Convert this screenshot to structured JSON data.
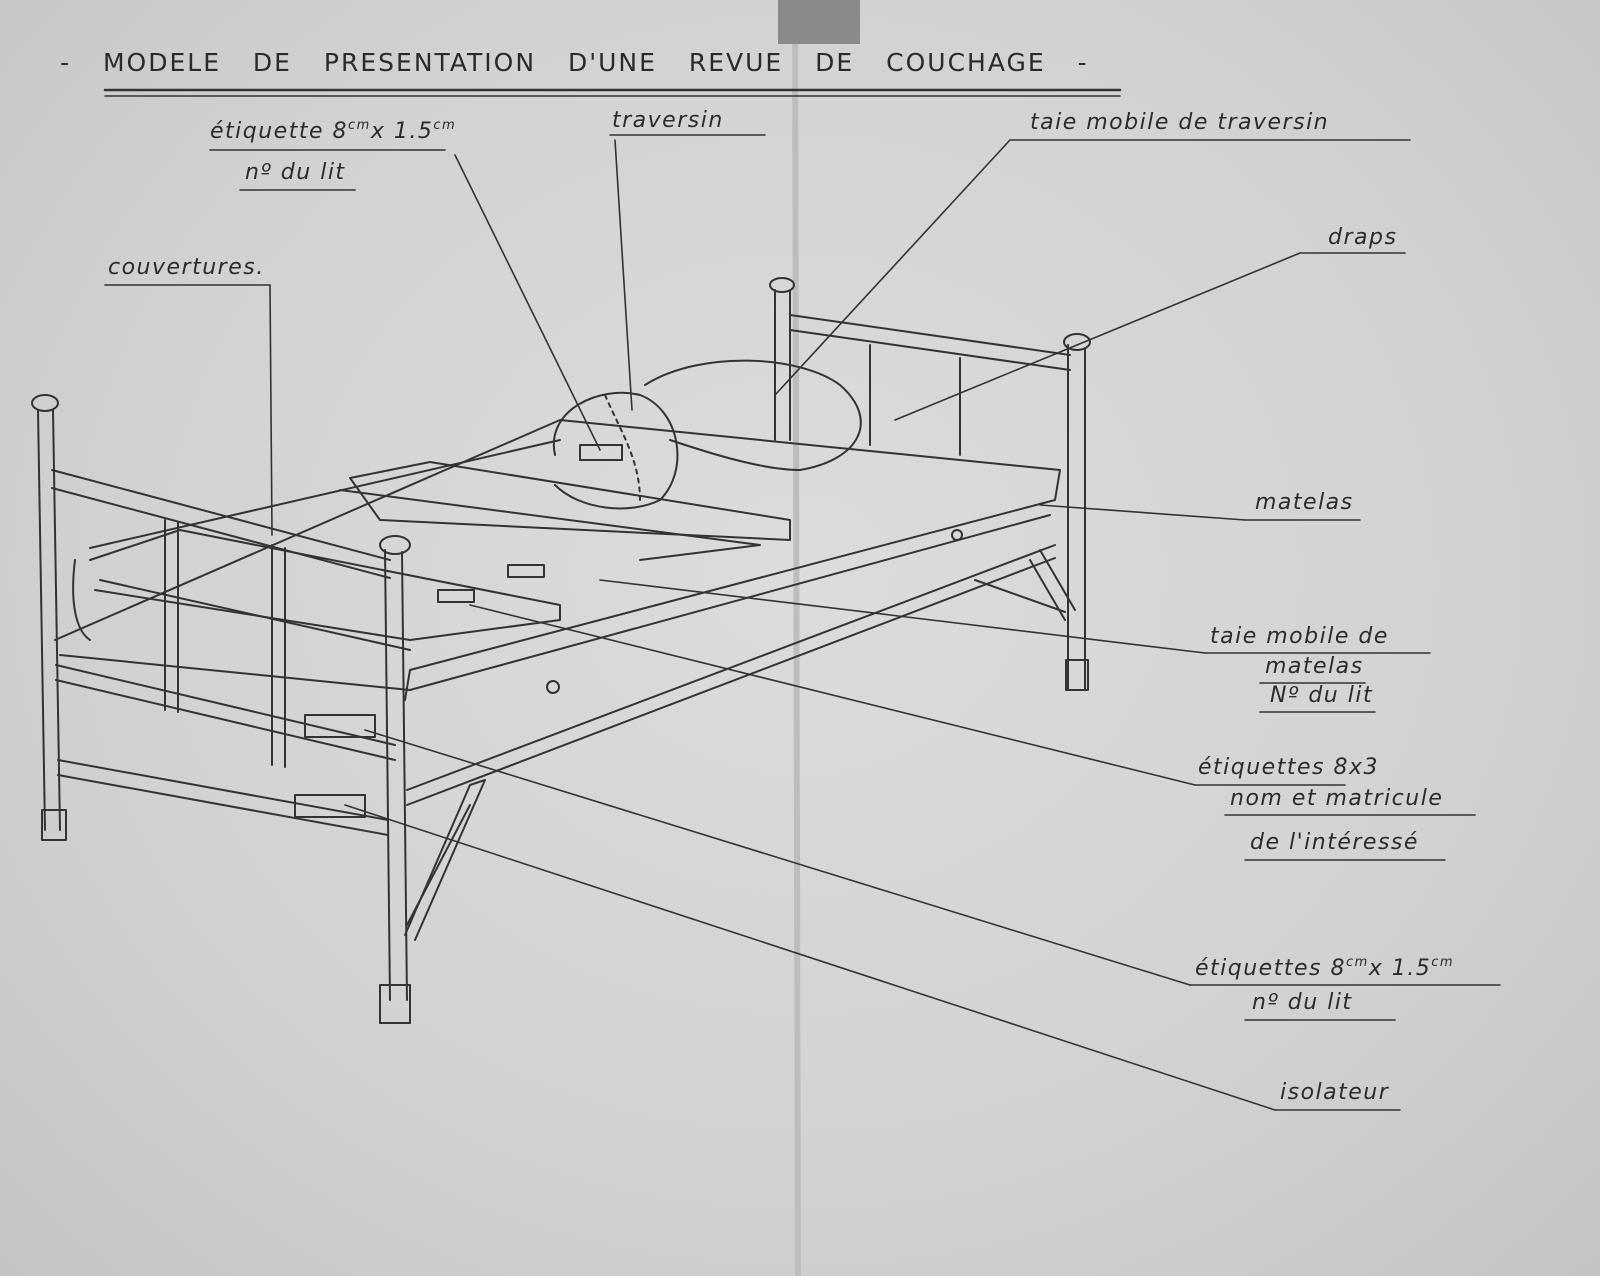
{
  "title": "- MODELE DE PRESENTATION D'UNE REVUE DE COUCHAGE -",
  "labels": {
    "etiquette_top_line1": "étiquette 8",
    "etiquette_top_sup1": "cm",
    "etiquette_top_mid": "x 1.5",
    "etiquette_top_sup2": "cm",
    "etiquette_top_line2": "nº du lit",
    "traversin": "traversin",
    "taie_traversin": "taie mobile de traversin",
    "couvertures": "couvertures.",
    "draps": "draps",
    "matelas": "matelas",
    "taie_matelas_line1": "taie mobile de",
    "taie_matelas_line2": "matelas",
    "taie_matelas_line3": "Nº du lit",
    "etiquettes_8x3_line1": "étiquettes 8x3",
    "etiquettes_8x3_line2": "nom et matricule",
    "etiquettes_8x3_line3": "de l'intéressé",
    "etiquettes_bottom_line1": "étiquettes 8",
    "etiquettes_bottom_sup1": "cm",
    "etiquettes_bottom_mid": "x 1.5",
    "etiquettes_bottom_sup2": "cm",
    "etiquettes_bottom_line2": "nº du lit",
    "isolateur": "isolateur"
  },
  "colors": {
    "paper": "#d6d6d4",
    "ink": "#2b2b2b"
  }
}
